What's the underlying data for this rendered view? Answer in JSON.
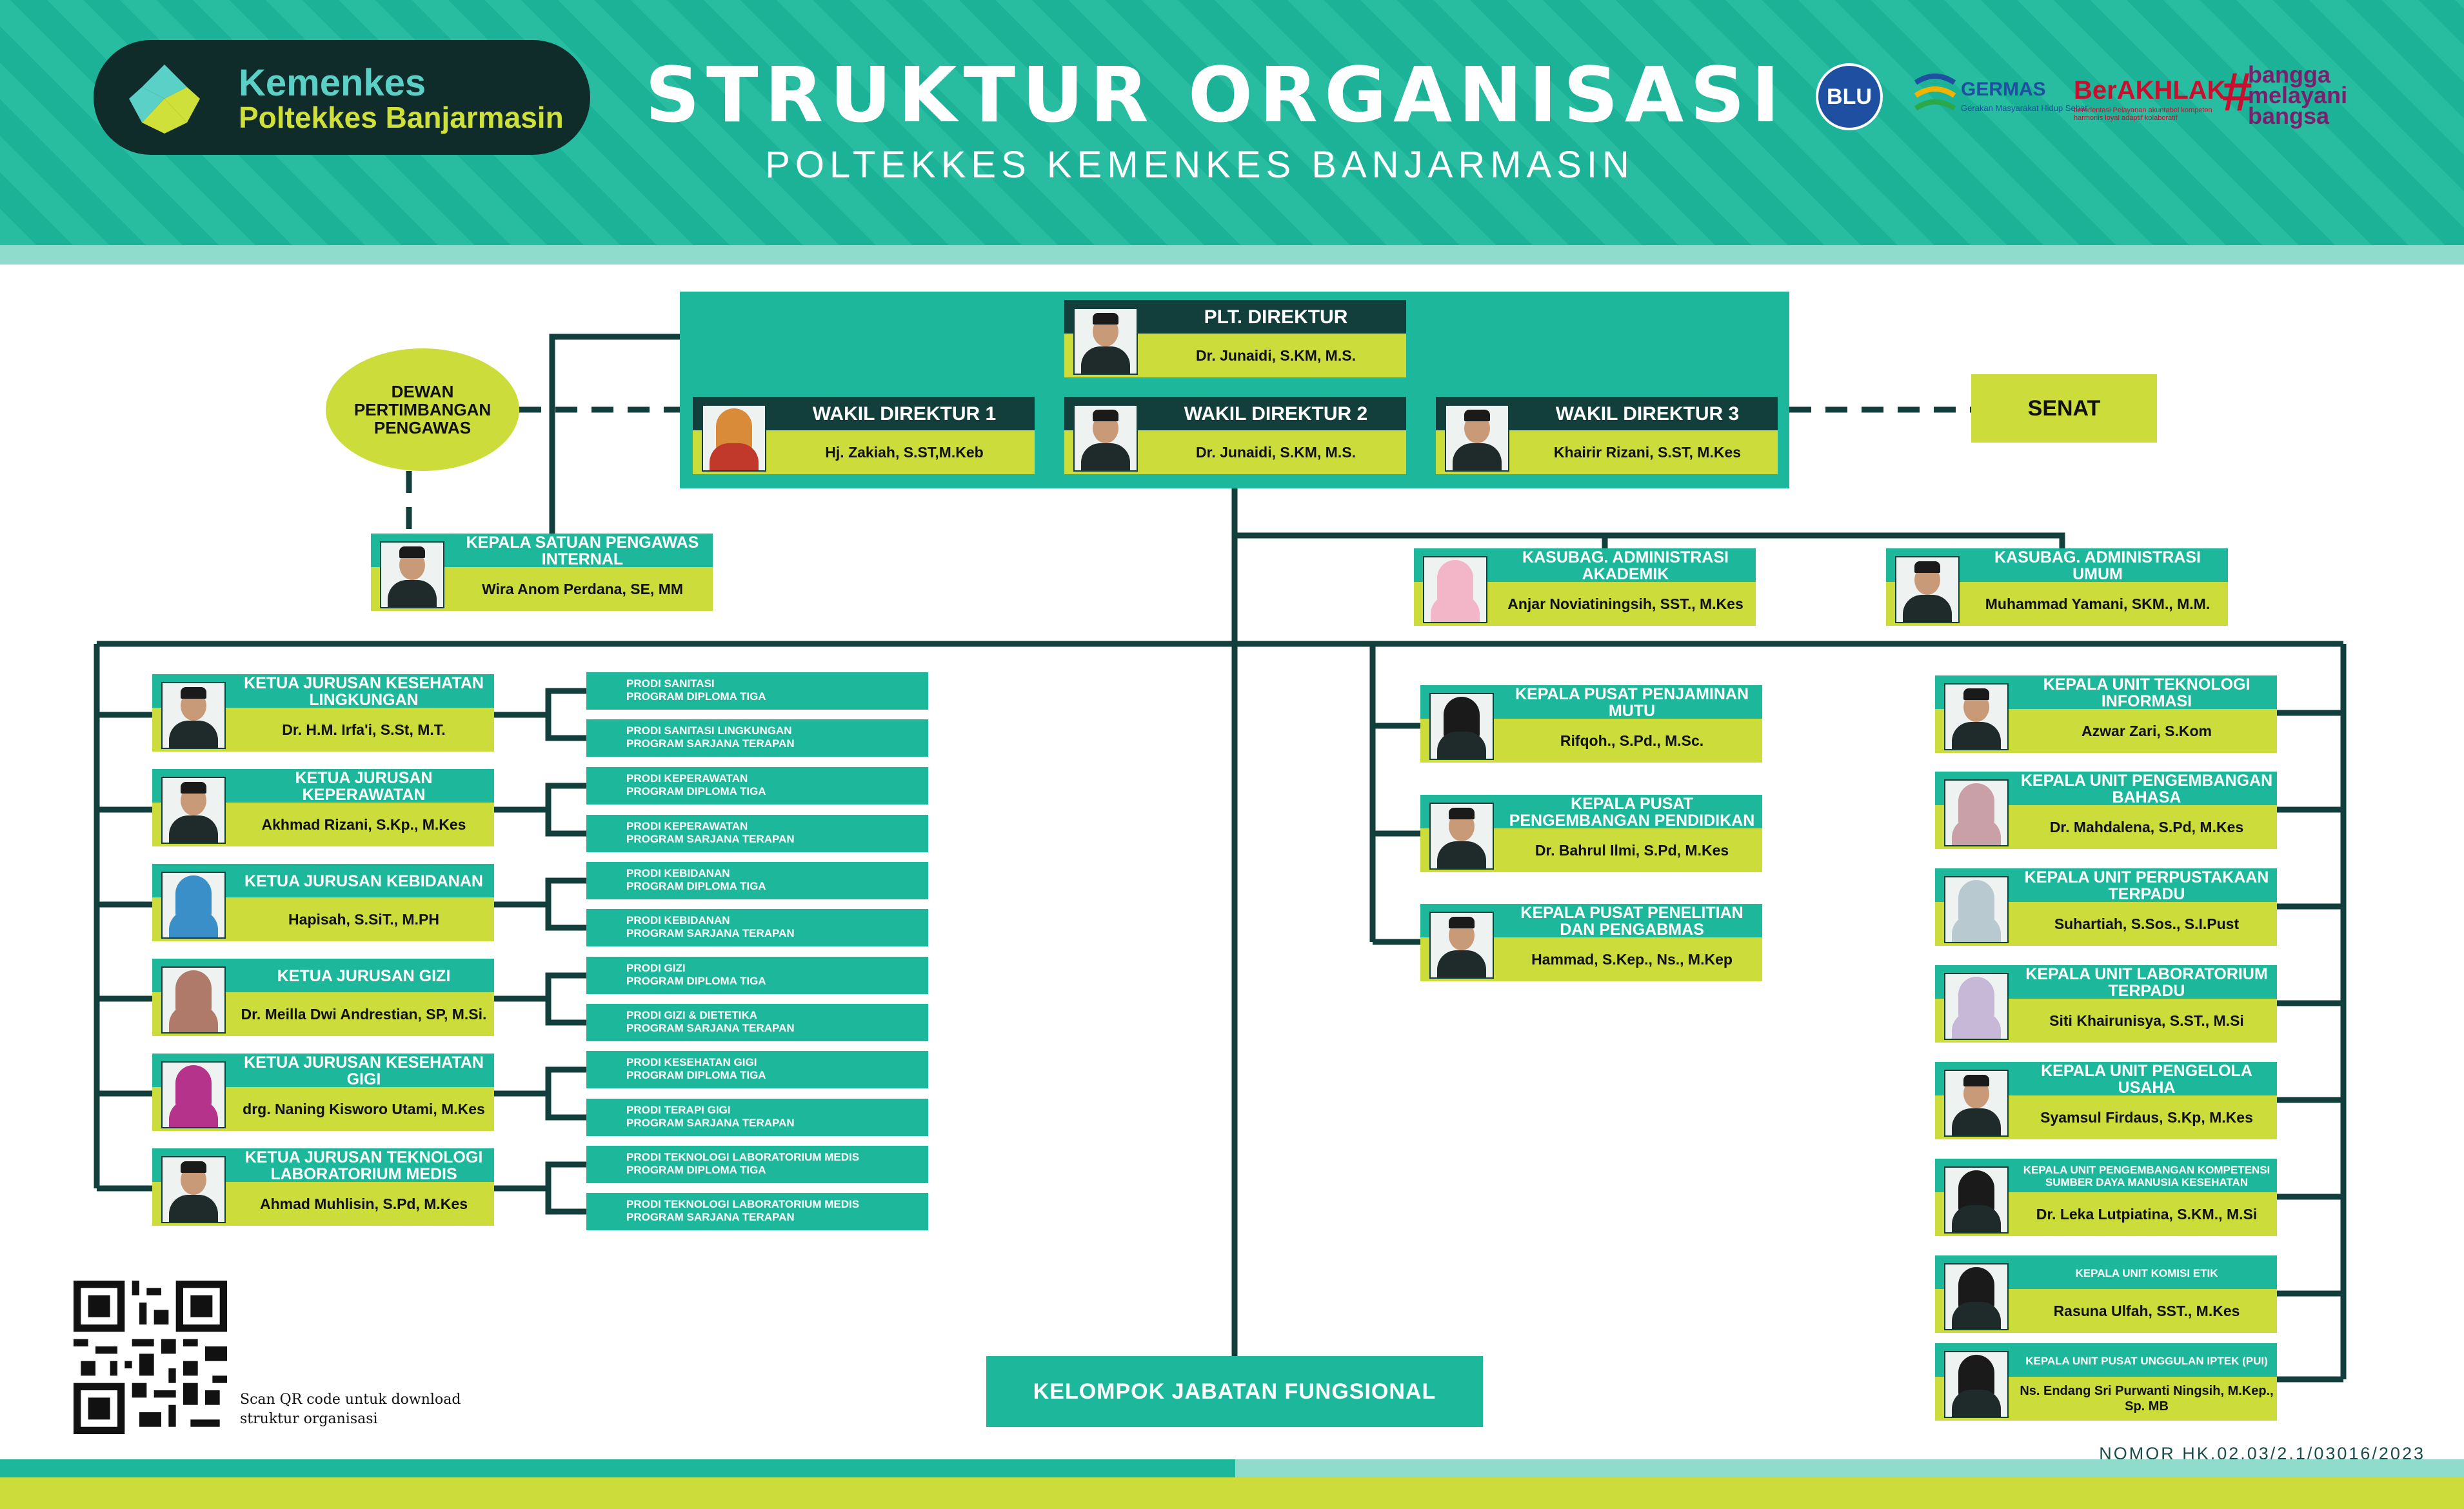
{
  "header": {
    "logo_line1": "Kemenkes",
    "logo_line2": "Poltekkes Banjarmasin",
    "title": "STRUKTUR ORGANISASI",
    "subtitle": "POLTEKKES KEMENKES BANJARMASIN",
    "badges": {
      "blu": "BLU",
      "germas": "GERMAS",
      "germas_sub": "Gerakan Masyarakat Hidup Sehat",
      "berakhlak": "BerAKHLAK",
      "berakhlak_sub": "berorientasi Pelayanan akuntabel kompeten harmonis loyal adaptif kolaboratif",
      "bangga": "bangga melayani bangsa"
    }
  },
  "top": {
    "plt": {
      "title": "PLT. DIREKTUR",
      "name": "Dr. Junaidi, S.KM, M.S."
    },
    "wadir": [
      {
        "title": "WAKIL DIREKTUR 1",
        "name": "Hj. Zakiah, S.ST,M.Keb"
      },
      {
        "title": "WAKIL DIREKTUR 2",
        "name": "Dr. Junaidi, S.KM, M.S."
      },
      {
        "title": "WAKIL DIREKTUR 3",
        "name": "Khairir Rizani, S.ST, M.Kes"
      }
    ],
    "dewan": "DEWAN PERTIMBANGAN PENGAWAS",
    "senat": "SENAT",
    "spi": {
      "title": "KEPALA SATUAN PENGAWAS INTERNAL",
      "name": "Wira Anom Perdana, SE, MM"
    },
    "kasubag": [
      {
        "title": "KASUBAG. ADMINISTRASI AKADEMIK",
        "name": "Anjar Noviatiningsih, SST., M.Kes"
      },
      {
        "title": "KASUBAG. ADMINISTRASI UMUM",
        "name": "Muhammad Yamani, SKM., M.M."
      }
    ]
  },
  "jurusan": [
    {
      "title": "KETUA JURUSAN KESEHATAN LINGKUNGAN",
      "name": "Dr. H.M. Irfa'i, S.St, M.T.",
      "prodi": [
        {
          "l1": "PRODI SANITASI",
          "l2": "PROGRAM DIPLOMA TIGA"
        },
        {
          "l1": "PRODI SANITASI LINGKUNGAN",
          "l2": "PROGRAM SARJANA TERAPAN"
        }
      ]
    },
    {
      "title": "KETUA JURUSAN KEPERAWATAN",
      "name": "Akhmad Rizani, S.Kp., M.Kes",
      "prodi": [
        {
          "l1": "PRODI KEPERAWATAN",
          "l2": "PROGRAM DIPLOMA TIGA"
        },
        {
          "l1": "PRODI KEPERAWATAN",
          "l2": "PROGRAM SARJANA TERAPAN"
        }
      ]
    },
    {
      "title": "KETUA JURUSAN KEBIDANAN",
      "name": "Hapisah, S.SiT., M.PH",
      "prodi": [
        {
          "l1": "PRODI KEBIDANAN",
          "l2": "PROGRAM DIPLOMA TIGA"
        },
        {
          "l1": "PRODI KEBIDANAN",
          "l2": "PROGRAM SARJANA TERAPAN"
        }
      ]
    },
    {
      "title": "KETUA JURUSAN GIZI",
      "name": "Dr. Meilla Dwi Andrestian, SP, M.Si.",
      "prodi": [
        {
          "l1": "PRODI GIZI",
          "l2": "PROGRAM DIPLOMA TIGA"
        },
        {
          "l1": "PRODI GIZI & DIETETIKA",
          "l2": "PROGRAM SARJANA TERAPAN"
        }
      ]
    },
    {
      "title": "KETUA JURUSAN KESEHATAN GIGI",
      "name": "drg. Naning Kisworo Utami, M.Kes",
      "prodi": [
        {
          "l1": "PRODI KESEHATAN GIGI",
          "l2": "PROGRAM DIPLOMA TIGA"
        },
        {
          "l1": "PRODI TERAPI GIGI",
          "l2": "PROGRAM SARJANA TERAPAN"
        }
      ]
    },
    {
      "title": "KETUA JURUSAN TEKNOLOGI LABORATORIUM MEDIS",
      "name": "Ahmad Muhlisin, S.Pd, M.Kes",
      "prodi": [
        {
          "l1": "PRODI TEKNOLOGI LABORATORIUM MEDIS",
          "l2": "PROGRAM DIPLOMA TIGA"
        },
        {
          "l1": "PRODI TEKNOLOGI LABORATORIUM MEDIS",
          "l2": "PROGRAM SARJANA TERAPAN"
        }
      ]
    }
  ],
  "pusat": [
    {
      "title": "KEPALA PUSAT PENJAMINAN MUTU",
      "name": "Rifqoh., S.Pd., M.Sc."
    },
    {
      "title": "KEPALA PUSAT PENGEMBANGAN PENDIDIKAN",
      "name": "Dr. Bahrul Ilmi, S.Pd, M.Kes"
    },
    {
      "title": "KEPALA PUSAT PENELITIAN DAN PENGABMAS",
      "name": "Hammad, S.Kep., Ns., M.Kep"
    }
  ],
  "unit": [
    {
      "title": "KEPALA UNIT TEKNOLOGI INFORMASI",
      "name": "Azwar Zari, S.Kom"
    },
    {
      "title": "KEPALA UNIT PENGEMBANGAN BAHASA",
      "name": "Dr. Mahdalena, S.Pd, M.Kes"
    },
    {
      "title": "KEPALA UNIT PERPUSTAKAAN TERPADU",
      "name": "Suhartiah, S.Sos., S.I.Pust"
    },
    {
      "title": "KEPALA UNIT LABORATORIUM TERPADU",
      "name": "Siti Khairunisya, S.ST., M.Si"
    },
    {
      "title": "KEPALA UNIT PENGELOLA USAHA",
      "name": "Syamsul Firdaus, S.Kp, M.Kes"
    },
    {
      "title": "KEPALA UNIT PENGEMBANGAN KOMPETENSI SUMBER DAYA MANUSIA KESEHATAN",
      "name": "Dr. Leka Lutpiatina, S.KM., M.Si"
    },
    {
      "title": "KEPALA UNIT KOMISI ETIK",
      "name": "Rasuna Ulfah, SST., M.Kes"
    },
    {
      "title": "KEPALA UNIT PUSAT UNGGULAN IPTEK (PUI)",
      "name": "Ns. Endang Sri Purwanti Ningsih, M.Kep., Sp. MB"
    }
  ],
  "kjf": "KELOMPOK JABATAN FUNGSIONAL",
  "qr_text": [
    "Scan QR code untuk download",
    "struktur organisasi"
  ],
  "nomor": "NOMOR HK.02.03/2.1/03016/2023",
  "colors": {
    "teal": "#1db89c",
    "lime": "#cbdc3b",
    "dark": "#123f3c",
    "line": "#123f3c"
  }
}
